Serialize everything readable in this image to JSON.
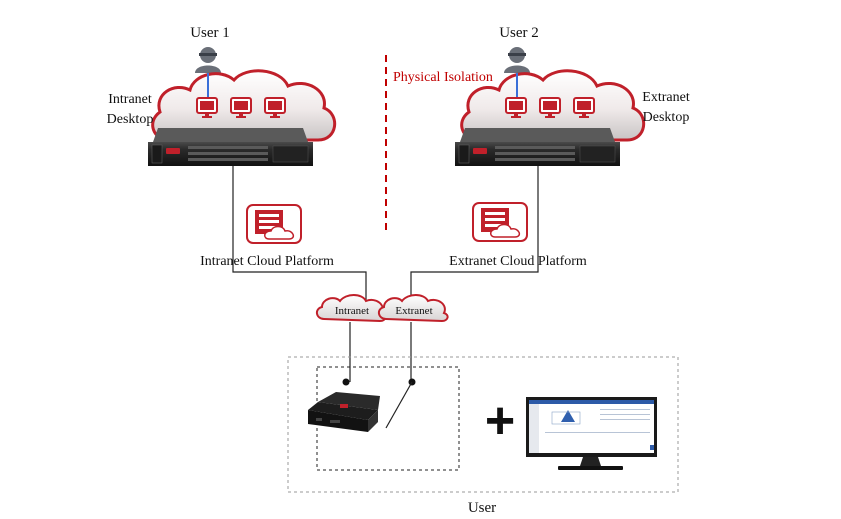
{
  "left": {
    "user_label": "User 1",
    "desktop_label_line1": "Intranet",
    "desktop_label_line2": "Desktop",
    "platform_label": "Intranet Cloud Platform",
    "network_label": "Intranet"
  },
  "right": {
    "user_label": "User 2",
    "desktop_label_line1": "Extranet",
    "desktop_label_line2": "Desktop",
    "platform_label": "Extranet Cloud Platform",
    "network_label": "Extranet"
  },
  "isolation_label": "Physical Isolation",
  "plus_sign": "+",
  "bottom_label": "User",
  "colors": {
    "accent_red": "#c00000",
    "cloud_red": "#c0202a",
    "arrow_blue": "#3a6fd8",
    "server_dark": "#2a2a2a"
  }
}
